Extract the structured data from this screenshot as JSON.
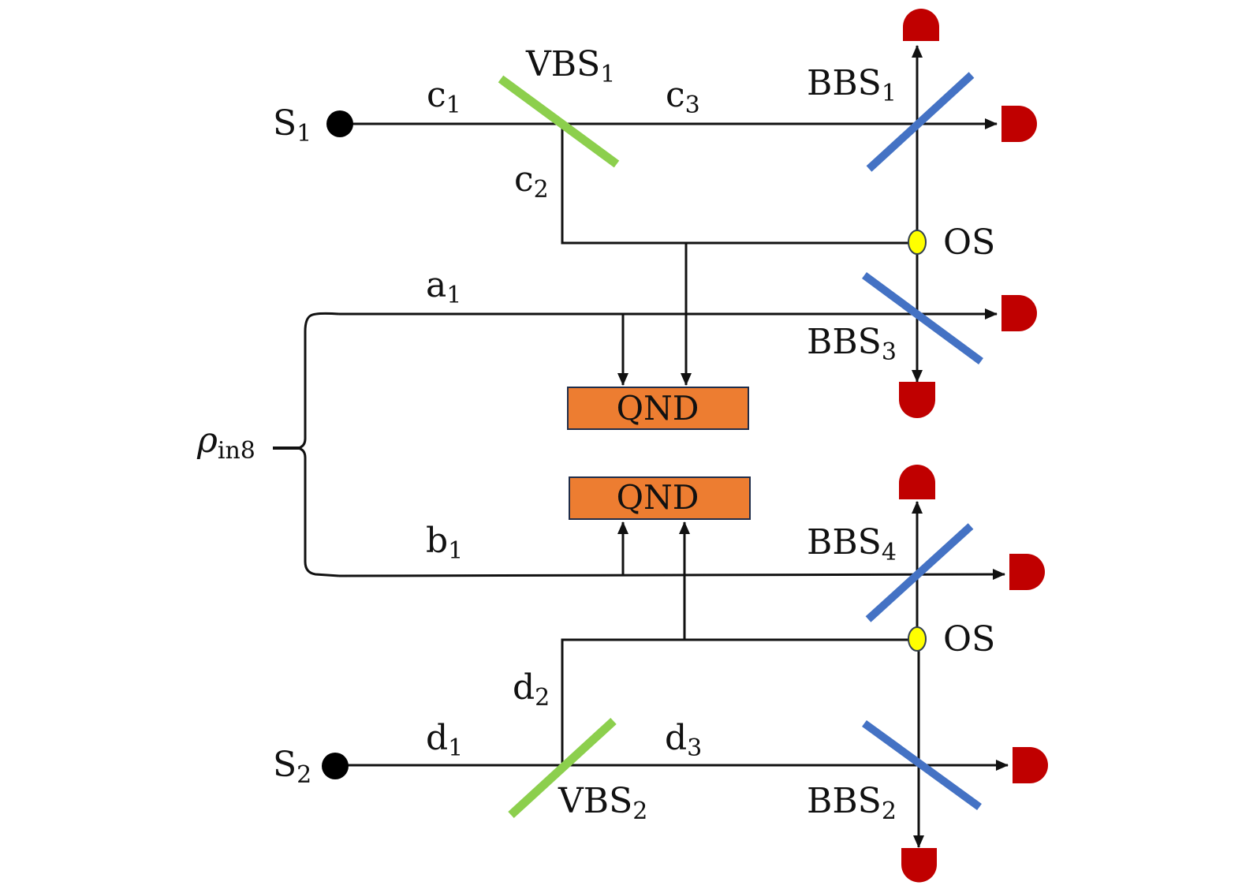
{
  "colors": {
    "wire": "#111111",
    "vbs": "#8ccf4d",
    "bbs": "#4472c4",
    "detector": "#c00000",
    "optical_switch": "#ffff00",
    "qnd_fill": "#ed7d31",
    "qnd_border": "#1f2d4a",
    "source": "#000000"
  },
  "sources": [
    {
      "id": "S1",
      "base": "S",
      "sub": "1"
    },
    {
      "id": "S2",
      "base": "S",
      "sub": "2"
    }
  ],
  "modes": {
    "c1": {
      "base": "c",
      "sub": "1"
    },
    "c2": {
      "base": "c",
      "sub": "2"
    },
    "c3": {
      "base": "c",
      "sub": "3"
    },
    "a1": {
      "base": "a",
      "sub": "1"
    },
    "b1": {
      "base": "b",
      "sub": "1"
    },
    "d1": {
      "base": "d",
      "sub": "1"
    },
    "d2": {
      "base": "d",
      "sub": "2"
    },
    "d3": {
      "base": "d",
      "sub": "3"
    }
  },
  "beam_splitters": {
    "VBS1": {
      "base": "VBS",
      "sub": "1"
    },
    "VBS2": {
      "base": "VBS",
      "sub": "2"
    },
    "BBS1": {
      "base": "BBS",
      "sub": "1"
    },
    "BBS2": {
      "base": "BBS",
      "sub": "2"
    },
    "BBS3": {
      "base": "BBS",
      "sub": "3"
    },
    "BBS4": {
      "base": "BBS",
      "sub": "4"
    }
  },
  "optical_switches": [
    {
      "label": "OS"
    },
    {
      "label": "OS"
    }
  ],
  "qnd_modules": [
    {
      "label": "QND"
    },
    {
      "label": "QND"
    }
  ],
  "input_state": {
    "symbol": "ρ",
    "sub": "in8"
  },
  "detector_count": 8
}
